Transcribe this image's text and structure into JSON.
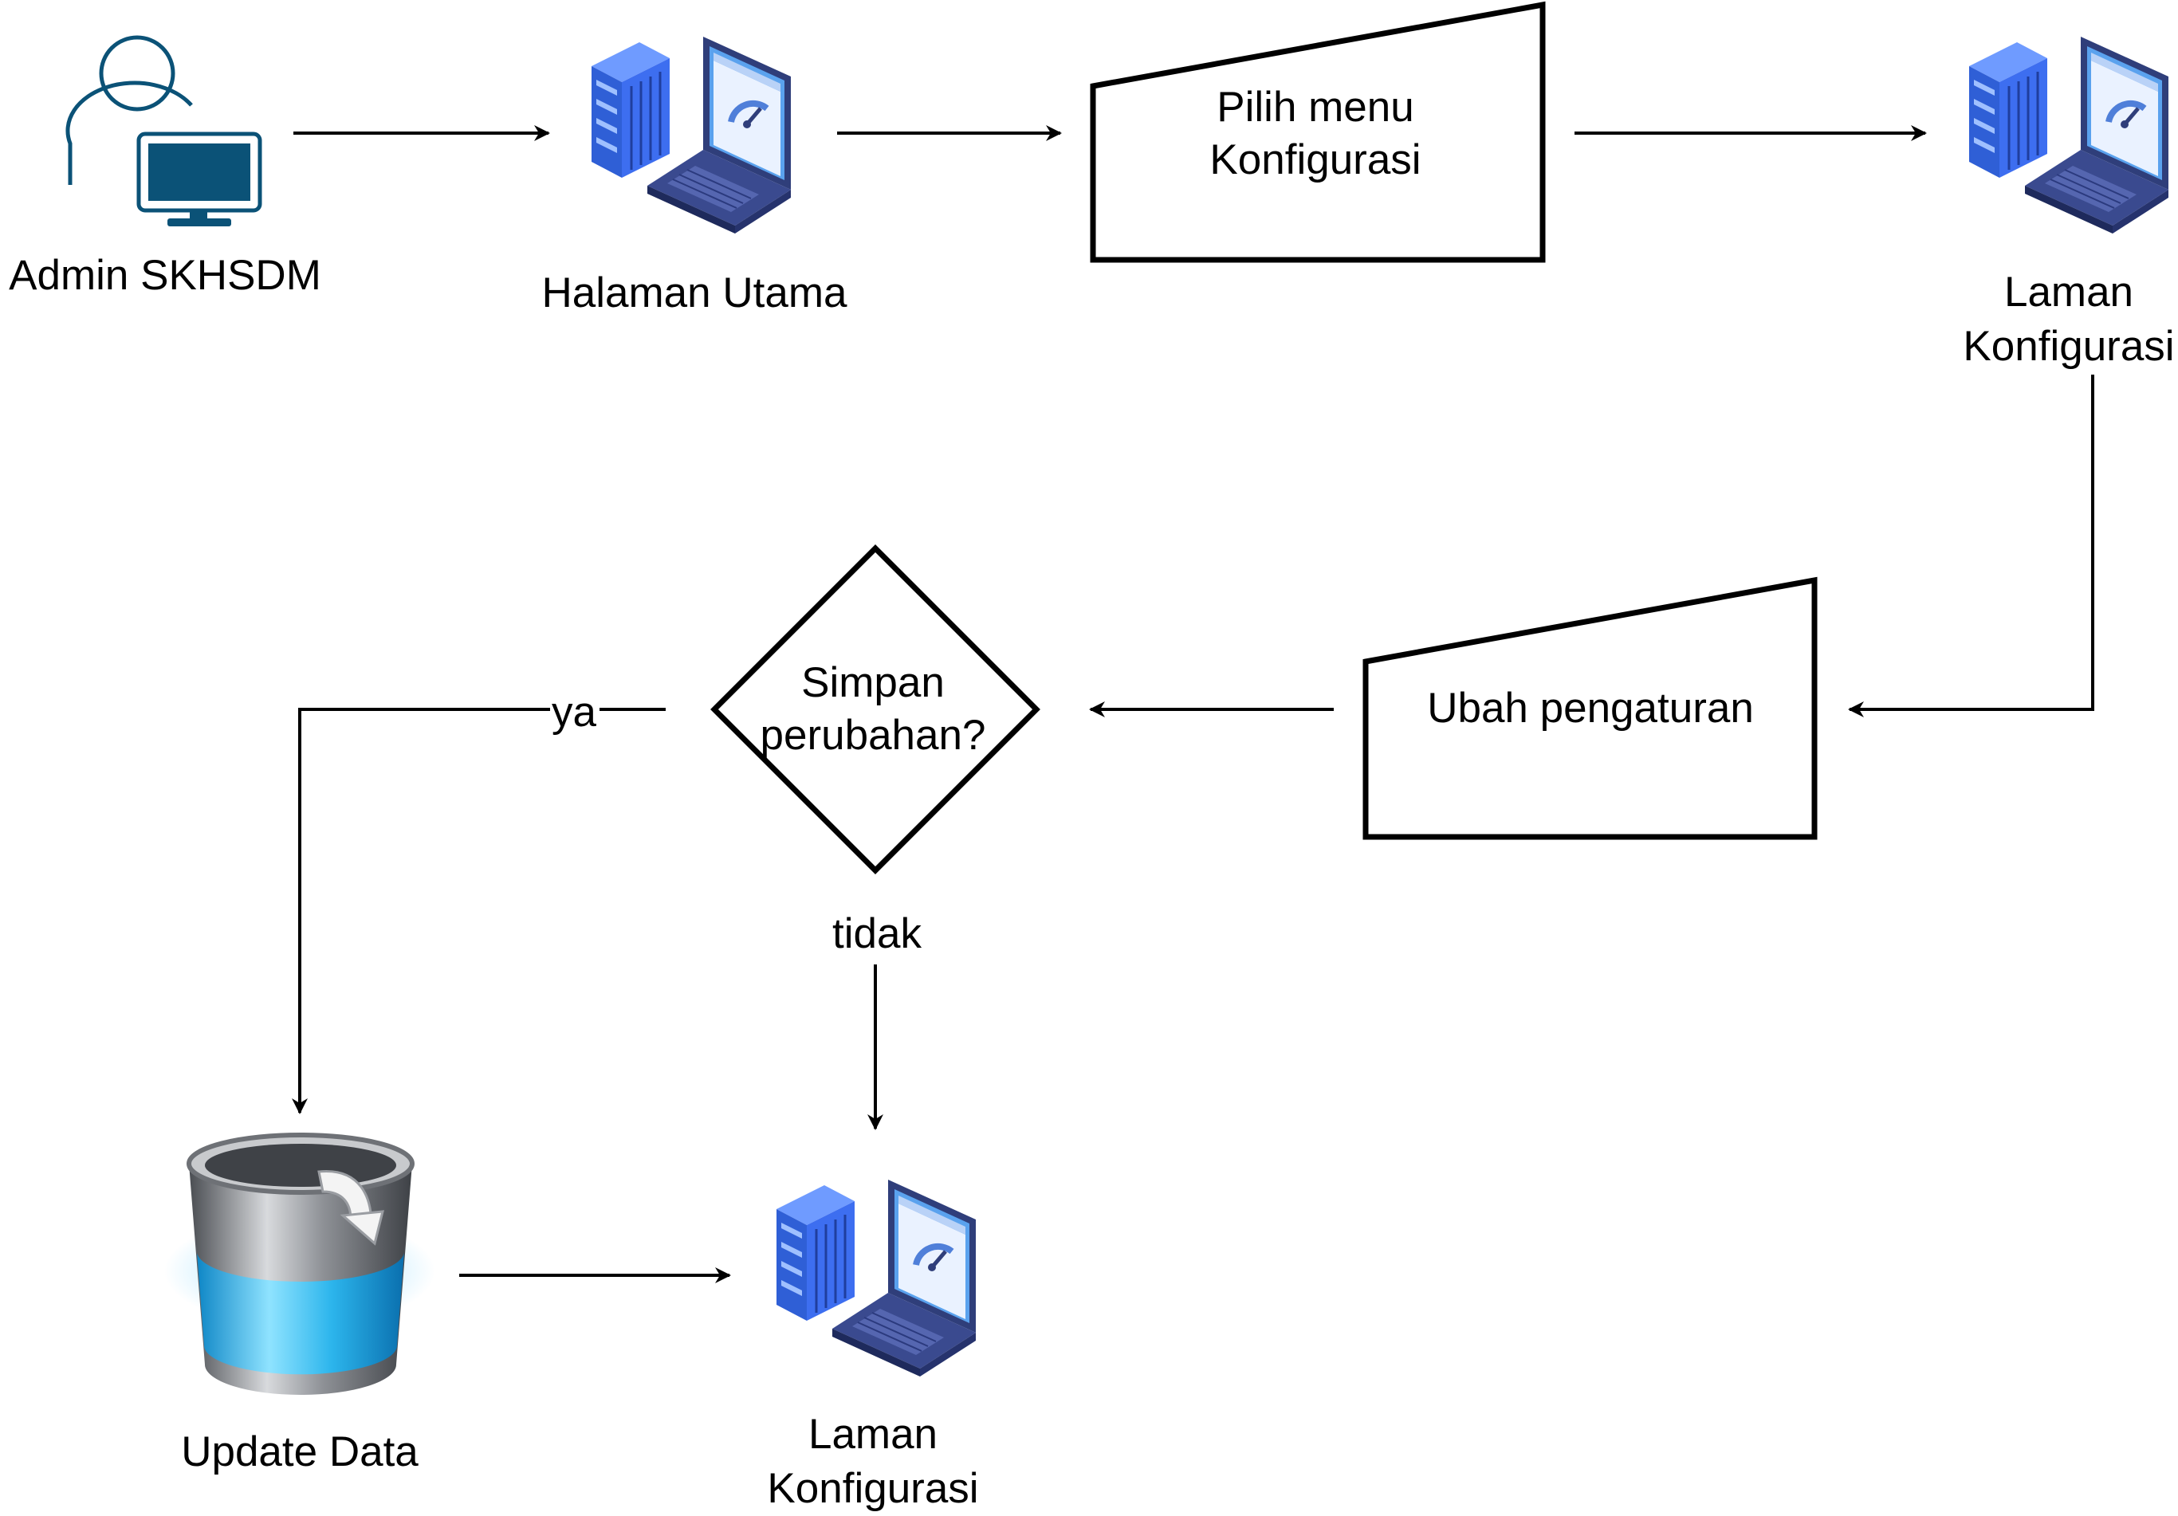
{
  "diagram": {
    "nodes": {
      "admin": {
        "label": "Admin SKHSDM",
        "icon": "admin-user-computer-icon"
      },
      "home": {
        "label": "Halaman Utama",
        "icon": "server-laptop-icon"
      },
      "choose_menu": {
        "label_lines": [
          "Pilih menu",
          "Konfigurasi"
        ],
        "shape": "manual-input"
      },
      "config_page_1": {
        "label_lines": [
          "Laman",
          "Konfigurasi"
        ],
        "icon": "server-laptop-icon"
      },
      "change_settings": {
        "label": "Ubah pengaturan",
        "shape": "manual-input"
      },
      "decision": {
        "label_lines": [
          "Simpan",
          "perubahan?"
        ],
        "shape": "diamond"
      },
      "update_data": {
        "label": "Update Data",
        "icon": "database-update-icon"
      },
      "config_page_2": {
        "label_lines": [
          "Laman",
          "Konfigurasi"
        ],
        "icon": "server-laptop-icon"
      }
    },
    "edge_labels": {
      "yes": "ya",
      "no": "tidak"
    }
  },
  "colors": {
    "stroke": "#000000",
    "user_icon": "#0b5277",
    "server_blue": "#3d6ef0",
    "laptop_dark": "#2f3e7a",
    "db_blue": "#2cb5ec",
    "db_gray": "#8a8d92"
  }
}
